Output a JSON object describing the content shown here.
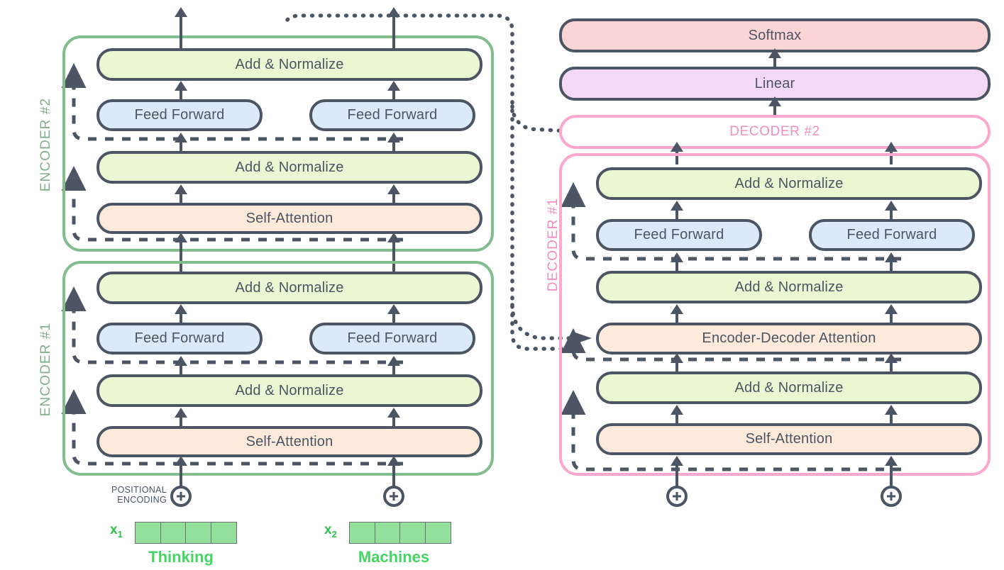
{
  "diagram": {
    "title": "Transformer encoder-decoder architecture",
    "colors": {
      "add_norm": "#e9f7d3",
      "feed_forward": "#dce9f8",
      "attention": "#fdeada",
      "softmax": "#fbd5d5",
      "linear": "#f4d9f7",
      "encoder_border": "#82bd8e",
      "decoder_border": "#fba8cf",
      "stroke": "#4b5563",
      "word_green": "#44d662"
    }
  },
  "encoder_stack": {
    "blocks": [
      {
        "label": "ENCODER #2",
        "layers": {
          "add_norm_top": "Add & Normalize",
          "feed_forward_left": "Feed Forward",
          "feed_forward_right": "Feed Forward",
          "add_norm_bottom": "Add & Normalize",
          "attention": "Self-Attention"
        }
      },
      {
        "label": "ENCODER #1",
        "layers": {
          "add_norm_top": "Add & Normalize",
          "feed_forward_left": "Feed Forward",
          "feed_forward_right": "Feed Forward",
          "add_norm_bottom": "Add & Normalize",
          "attention": "Self-Attention"
        }
      }
    ]
  },
  "decoder_stack": {
    "output_layers": {
      "softmax": "Softmax",
      "linear": "Linear"
    },
    "decoder_2_label": "DECODER #2",
    "decoder_1": {
      "label": "DECODER #1",
      "layers": {
        "add_norm_top": "Add & Normalize",
        "feed_forward_left": "Feed Forward",
        "feed_forward_right": "Feed Forward",
        "add_norm_mid": "Add & Normalize",
        "cross_attention": "Encoder-Decoder Attention",
        "add_norm_bottom": "Add & Normalize",
        "self_attention": "Self-Attention"
      }
    }
  },
  "inputs": {
    "positional_encoding_caption_line1": "POSITIONAL",
    "positional_encoding_caption_line2": "ENCODING",
    "plus_symbol": "+",
    "tokens": [
      {
        "vector_label": "x",
        "vector_index": "1",
        "word": "Thinking",
        "cells": 4
      },
      {
        "vector_label": "x",
        "vector_index": "2",
        "word": "Machines",
        "cells": 4
      }
    ]
  }
}
